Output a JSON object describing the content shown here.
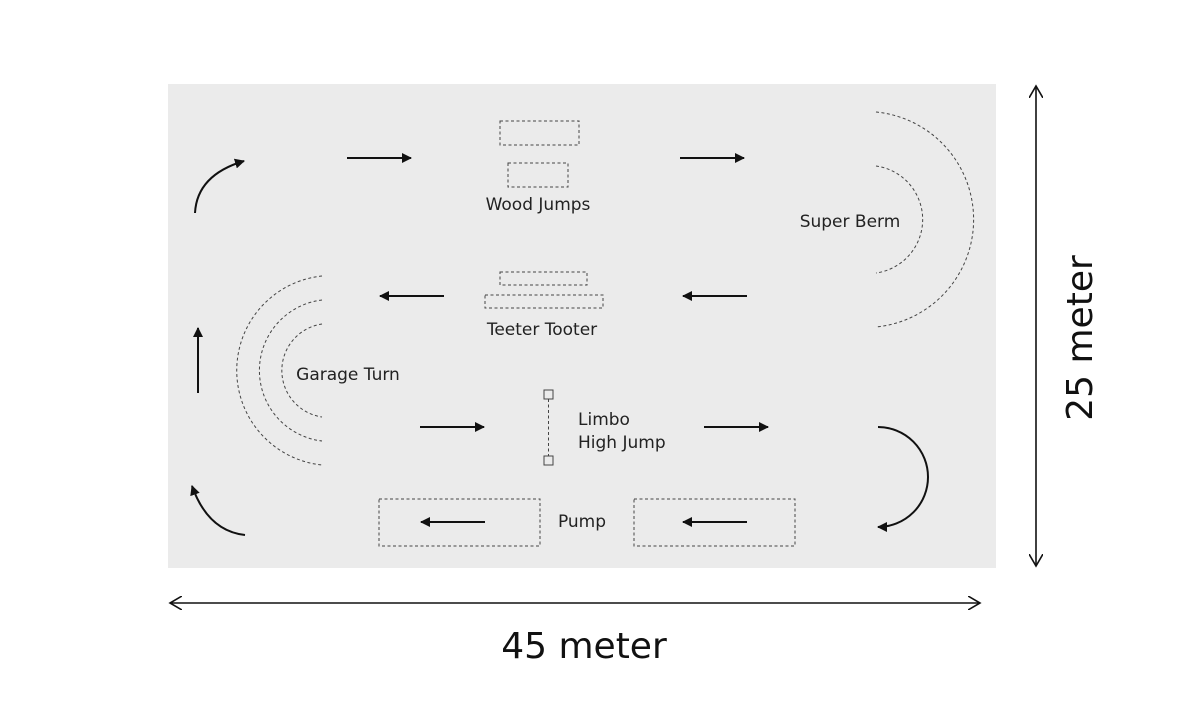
{
  "course": {
    "width_label": "45 meter",
    "height_label": "25 meter",
    "stations": {
      "wood_jumps": "Wood Jumps",
      "super_berm": "Super Berm",
      "teeter_tooter": "Teeter Tooter",
      "garage_turn": "Garage Turn",
      "limbo_line1": "Limbo",
      "limbo_line2": "High Jump",
      "pump": "Pump"
    }
  },
  "colors": {
    "field": "#ebebeb",
    "stroke": "#111111",
    "dashed": "#444444"
  }
}
